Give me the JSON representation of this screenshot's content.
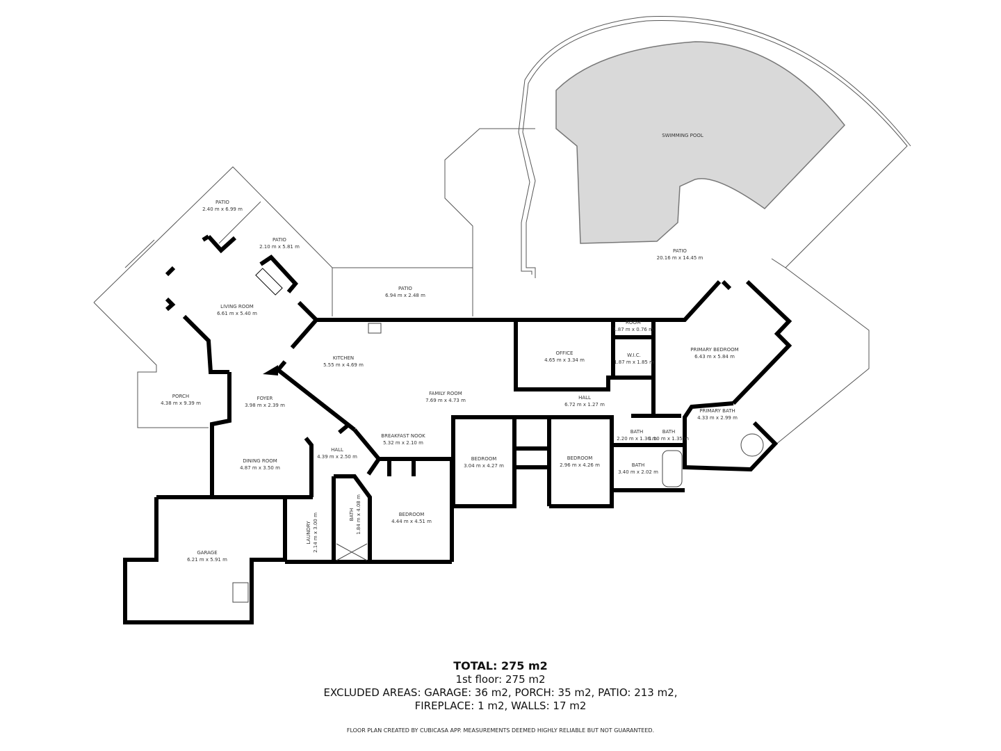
{
  "rooms": [
    {
      "name": "SWIMMING POOL",
      "dims": ""
    },
    {
      "name": "PATIO",
      "dims": "20.16 m x 14.45 m"
    },
    {
      "name": "PATIO",
      "dims": "2.40 m x 6.99 m"
    },
    {
      "name": "PATIO",
      "dims": "2.10 m x 5.81 m"
    },
    {
      "name": "PATIO",
      "dims": "6.94 m x 2.48 m"
    },
    {
      "name": "LIVING ROOM",
      "dims": "6.61 m x 5.40 m"
    },
    {
      "name": "KITCHEN",
      "dims": "5.55 m x 4.69 m"
    },
    {
      "name": "FAMILY ROOM",
      "dims": "7.69 m x 4.73 m"
    },
    {
      "name": "PORCH",
      "dims": "4.38 m x 9.39 m"
    },
    {
      "name": "FOYER",
      "dims": "3.98 m x 2.39 m"
    },
    {
      "name": "BREAKFAST NOOK",
      "dims": "5.32 m x 2.10 m"
    },
    {
      "name": "HALL",
      "dims": "4.39 m x 2.50 m"
    },
    {
      "name": "DINING ROOM",
      "dims": "4.87 m x 3.50 m"
    },
    {
      "name": "OFFICE",
      "dims": "4.65 m x 3.34 m"
    },
    {
      "name": "ROOM",
      "dims": "1.87 m x 0.76 m"
    },
    {
      "name": "W.I.C.",
      "dims": "1.87 m x 1.85 m"
    },
    {
      "name": "PRIMARY BEDROOM",
      "dims": "6.43 m x 5.84 m"
    },
    {
      "name": "HALL",
      "dims": "6.72 m x 1.27 m"
    },
    {
      "name": "PRIMARY BATH",
      "dims": "4.33 m x 2.99 m"
    },
    {
      "name": "BATH",
      "dims": "2.20 m x 1.36 m"
    },
    {
      "name": "BATH",
      "dims": "1.10 m x 1.35 m"
    },
    {
      "name": "BATH",
      "dims": "3.40 m x 2.02 m"
    },
    {
      "name": "BEDROOM",
      "dims": "3.04 m x 4.27 m"
    },
    {
      "name": "BEDROOM",
      "dims": "2.96 m x 4.26 m"
    },
    {
      "name": "BEDROOM",
      "dims": "4.44 m x 4.51 m"
    },
    {
      "name": "BATH",
      "dims": "1.84 m x 4.08 m"
    },
    {
      "name": "LAUNDRY",
      "dims": "2.14 m x 3.00 m"
    },
    {
      "name": "GARAGE",
      "dims": "6.21 m x 5.91 m"
    }
  ],
  "summary": {
    "total": "TOTAL: 275 m2",
    "floor": "1st floor: 275 m2",
    "excluded_1": "EXCLUDED AREAS: GARAGE: 36 m2, PORCH: 35 m2, PATIO: 213 m2,",
    "excluded_2": "FIREPLACE: 1 m2, WALLS: 17 m2"
  },
  "footer": "FLOOR PLAN CREATED BY CUBICASA APP. MEASUREMENTS DEEMED HIGHLY RELIABLE BUT NOT GUARANTEED.",
  "colors": {
    "wall": "#000000",
    "pool": "#d9d9d9",
    "outline": "#555555"
  }
}
